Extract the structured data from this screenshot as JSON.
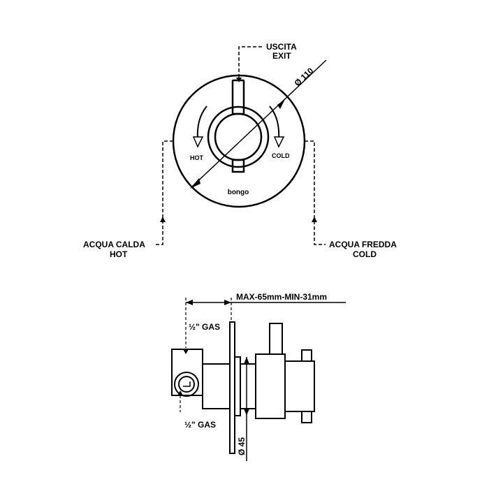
{
  "top_view": {
    "outlet_label": "USCITA",
    "outlet_sub": "EXIT",
    "diameter_label": "Ø 110",
    "hot_label": "HOT",
    "cold_label": "COLD",
    "brand_text": "bongo",
    "hot_inlet_label": "ACQUA CALDA",
    "hot_inlet_sub": "HOT",
    "cold_inlet_label": "ACQUA FREDDA",
    "cold_inlet_sub": "COLD"
  },
  "side_view": {
    "depth_label": "MAX-65mm-MIN-31mm",
    "gas_top_label": "½\" GAS",
    "gas_bottom_label": "½\" GAS",
    "diameter_label": "Ø 45"
  }
}
